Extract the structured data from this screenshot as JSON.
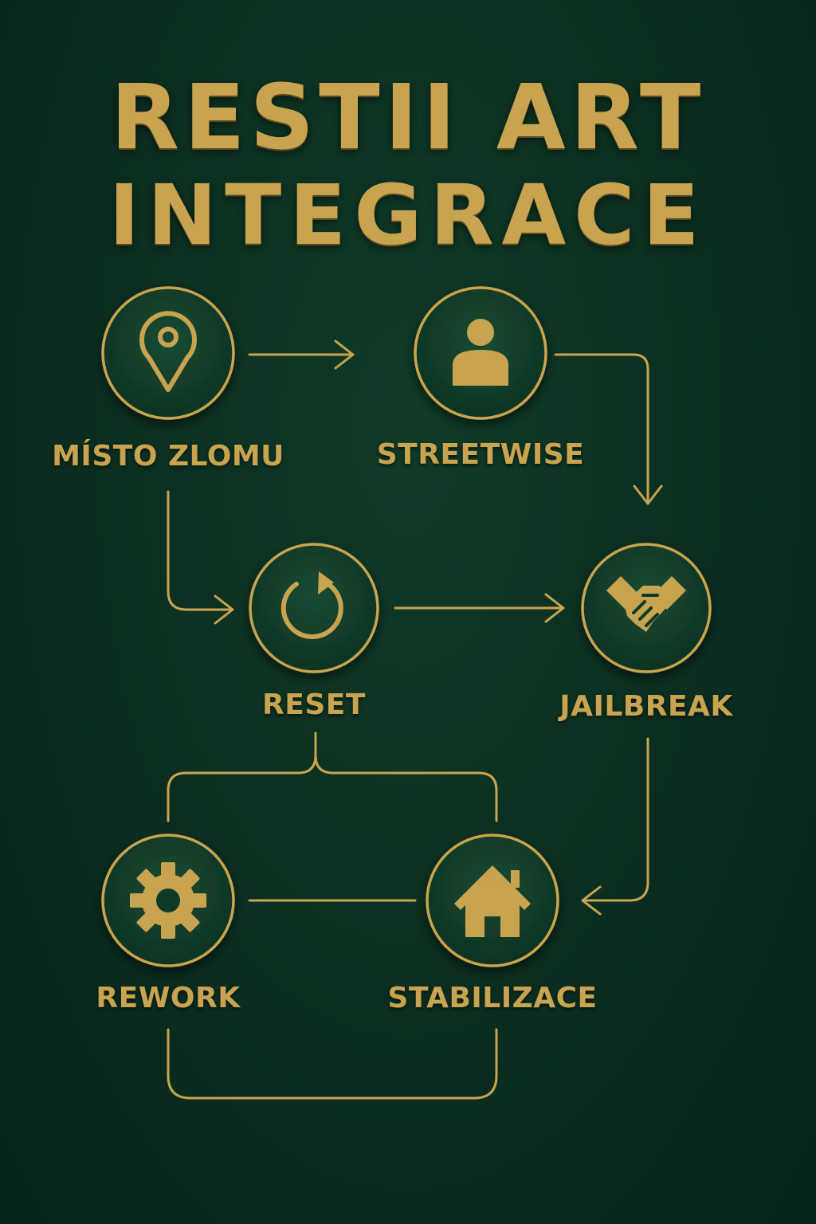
{
  "title": {
    "line1": "RESTII ART",
    "line2": "INTEGRACE"
  },
  "colors": {
    "background": "#0b2d1f",
    "gold": "#c8a450",
    "circle_fill": "#113a28"
  },
  "nodes": [
    {
      "id": "misto-zlomu",
      "label": "MÍSTO ZLOMU",
      "icon": "map-pin-icon"
    },
    {
      "id": "streetwise",
      "label": "STREETWISE",
      "icon": "person-icon"
    },
    {
      "id": "reset",
      "label": "RESET",
      "icon": "refresh-icon"
    },
    {
      "id": "jailbreak",
      "label": "JAILBREAK",
      "icon": "handshake-icon"
    },
    {
      "id": "rework",
      "label": "REWORK",
      "icon": "gear-icon"
    },
    {
      "id": "stabilizace",
      "label": "STABILIZACE",
      "icon": "home-icon"
    }
  ],
  "edges": [
    {
      "from": "misto-zlomu",
      "to": "streetwise",
      "arrow": true
    },
    {
      "from": "streetwise",
      "to": "jailbreak",
      "arrow": true
    },
    {
      "from": "misto-zlomu",
      "to": "reset",
      "arrow": true
    },
    {
      "from": "reset",
      "to": "jailbreak",
      "arrow": true
    },
    {
      "from": "jailbreak",
      "to": "stabilizace",
      "arrow": true
    },
    {
      "from": "reset",
      "to": "rework",
      "arrow": false
    },
    {
      "from": "reset",
      "to": "stabilizace",
      "arrow": false
    },
    {
      "from": "rework",
      "to": "stabilizace",
      "arrow": false
    },
    {
      "from": "rework",
      "to": "stabilizace",
      "arrow": false
    }
  ]
}
